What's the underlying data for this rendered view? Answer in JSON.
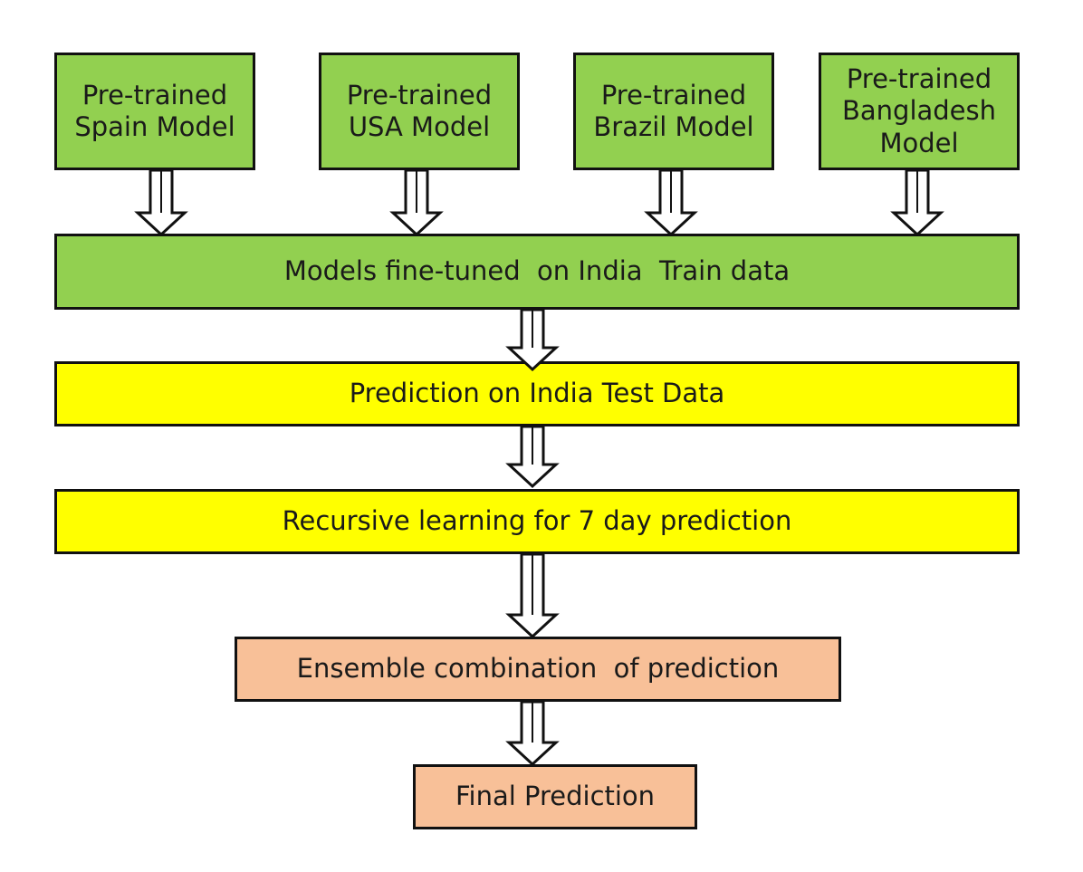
{
  "colors": {
    "green": "#92d050",
    "yellow": "#ffff00",
    "peach": "#f8c098",
    "border": "#111111"
  },
  "models": [
    {
      "label": "Pre-trained\nSpain Model"
    },
    {
      "label": "Pre-trained\nUSA Model"
    },
    {
      "label": "Pre-trained\nBrazil Model"
    },
    {
      "label": "Pre-trained\nBangladesh\nModel"
    }
  ],
  "steps": {
    "fine_tune": "Models fine-tuned  on India  Train data",
    "test_prediction": "Prediction on India Test Data",
    "recursive": "Recursive learning for 7 day prediction",
    "ensemble": "Ensemble combination  of prediction",
    "final": "Final Prediction"
  }
}
